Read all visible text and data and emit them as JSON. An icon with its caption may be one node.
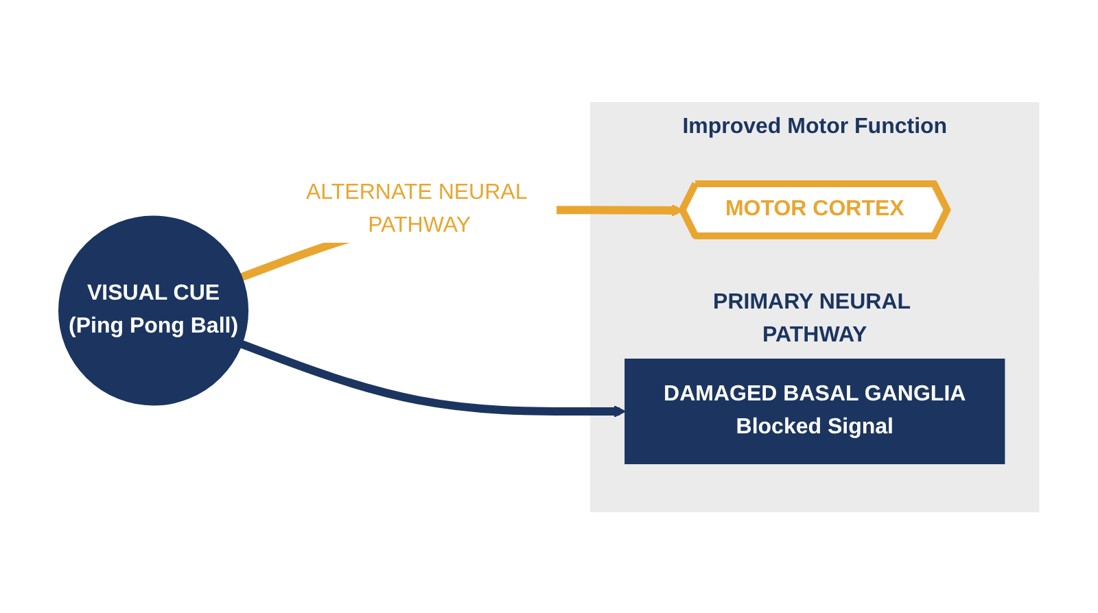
{
  "diagram": {
    "nodes": [
      {
        "text": [
          "VISUAL CUE",
          "(Ping Pong Ball)"
        ]
      },
      {
        "text": [
          "PRIMARY NEURAL PATHWAY"
        ]
      },
      {
        "text": [
          "DAMAGED BASAL GANGLIA",
          "Blocked Signal"
        ],
        "in": 1
      },
      {
        "text": [
          "Improved Motor Function"
        ]
      },
      {
        "text": [
          "MOTOR CORTEX"
        ],
        "in": 3
      }
    ],
    "edges": [
      {
        "from": 0,
        "to": 2,
        "arrow": "to"
      },
      {
        "from": 0,
        "to": 4,
        "arrow": "to",
        "color": "#e8a631",
        "label": "ALTERNATE NEURAL PATHWAY"
      }
    ]
  }
}
